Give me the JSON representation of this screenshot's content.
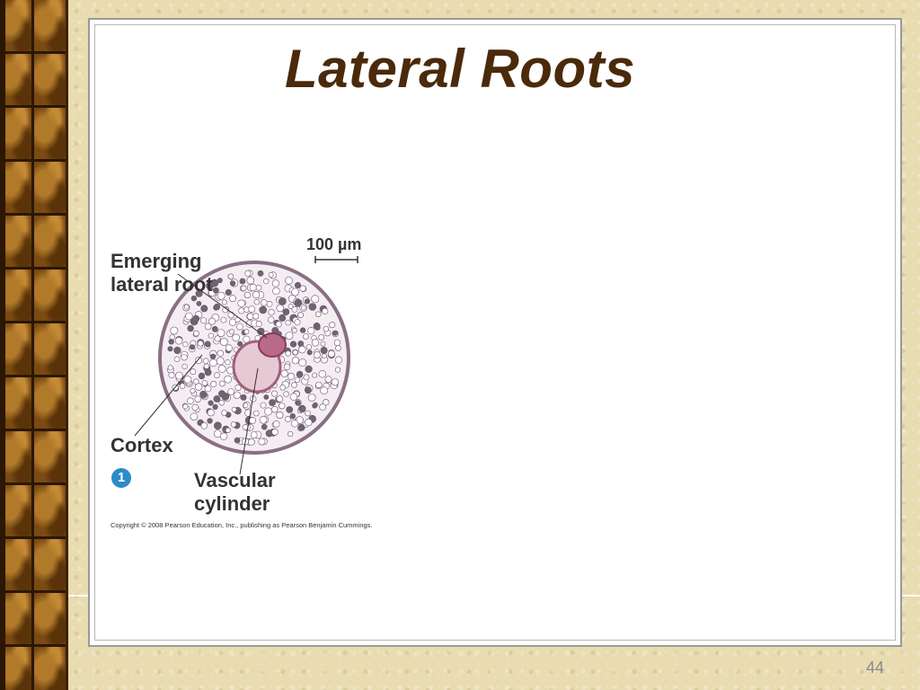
{
  "slide": {
    "title": "Lateral Roots",
    "number": "44"
  },
  "figure": {
    "labels": {
      "emerging": "Emerging lateral root",
      "cortex": "Cortex",
      "vascular": "Vascular cylinder"
    },
    "scale_bar": "100 µm",
    "step_badge": "1",
    "copyright": "Copyright © 2008 Pearson Education, Inc., publishing as Pearson Benjamin Cummings."
  },
  "colors": {
    "title": "#4a2a0a",
    "badge": "#2a8cc8",
    "cell_outline": "#6a5370",
    "vascular_fill": "#c98a9e"
  },
  "icons": {
    "step_badge": "numbered-circle-icon"
  }
}
